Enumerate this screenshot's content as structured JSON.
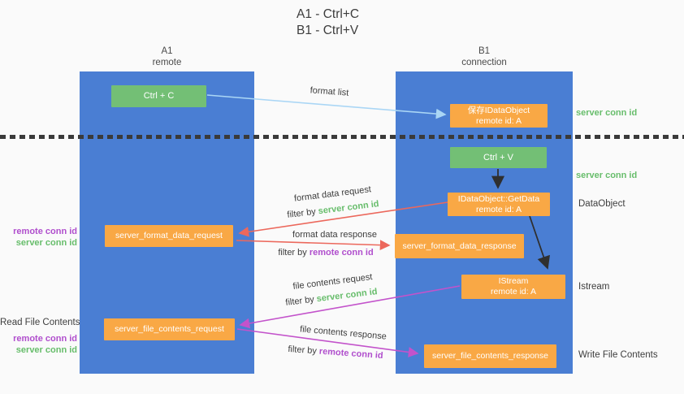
{
  "title": {
    "line1": "A1 - Ctrl+C",
    "line2": "B1 - Ctrl+V"
  },
  "columns": {
    "a1": {
      "name": "A1",
      "subtitle": "remote"
    },
    "b1": {
      "name": "B1",
      "subtitle": "connection"
    }
  },
  "nodes": {
    "ctrl_c": {
      "label": "Ctrl + C"
    },
    "save_idataobject": {
      "line1": "保存IDataObject",
      "line2": "remote id: A"
    },
    "ctrl_v": {
      "label": "Ctrl + V"
    },
    "getdata": {
      "line1": "IDataObject::GetData",
      "line2": "remote id: A"
    },
    "format_request": {
      "label": "server_format_data_request"
    },
    "format_response": {
      "label": "server_format_data_response"
    },
    "istream": {
      "line1": "IStream",
      "line2": "remote id: A"
    },
    "file_request": {
      "label": "server_file_contents_request"
    },
    "file_response": {
      "label": "server_file_contents_response"
    }
  },
  "arrow_labels": {
    "format_list": "format list",
    "format_data_request": "format data request",
    "format_data_response": "format data response",
    "file_contents_request": "file contents request",
    "file_contents_response": "file contents response",
    "filter_by": "filter by ",
    "server_conn_id": "server conn id",
    "remote_conn_id": "remote conn id"
  },
  "side_labels": {
    "right": {
      "server_conn_id_1": "server conn id",
      "server_conn_id_2": "server conn id",
      "dataobject": "DataObject",
      "istream": "Istream",
      "write_file_contents": "Write File Contents"
    },
    "left": {
      "remote_conn_id_1": "remote conn id",
      "server_conn_id_1": "server conn id",
      "read_file_contents": "Read File Contents",
      "remote_conn_id_2": "remote conn id",
      "server_conn_id_2": "server conn id"
    }
  },
  "colors": {
    "column_blue": "#4a7ed3",
    "node_green": "#73bf75",
    "node_orange": "#f9a845",
    "text_green": "#67bd6b",
    "text_purple": "#b04ecd",
    "arrow_red": "#ec685c",
    "arrow_purple": "#c353cb",
    "arrow_lightblue": "#aad6f5",
    "arrow_black": "#2f2f2f"
  }
}
